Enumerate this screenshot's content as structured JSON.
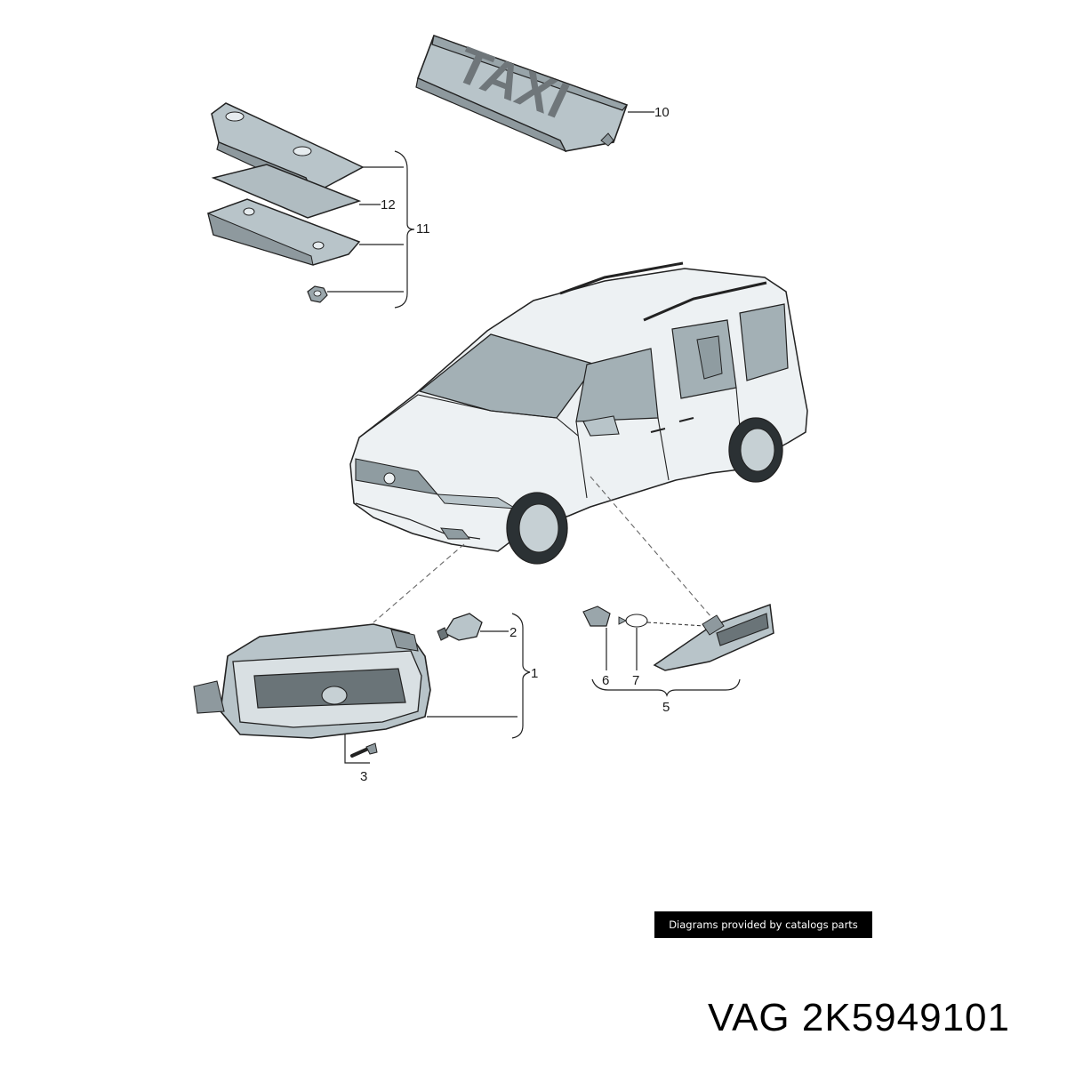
{
  "diagram": {
    "taxi_sign_text": "TAXI",
    "callouts": {
      "c1": "1",
      "c2": "2",
      "c3": "3",
      "c5": "5",
      "c6": "6",
      "c7": "7",
      "c10": "10",
      "c11": "11",
      "c12": "12"
    }
  },
  "credit": "Diagrams provided by catalogs parts",
  "part_number": "VAG 2K5949101"
}
